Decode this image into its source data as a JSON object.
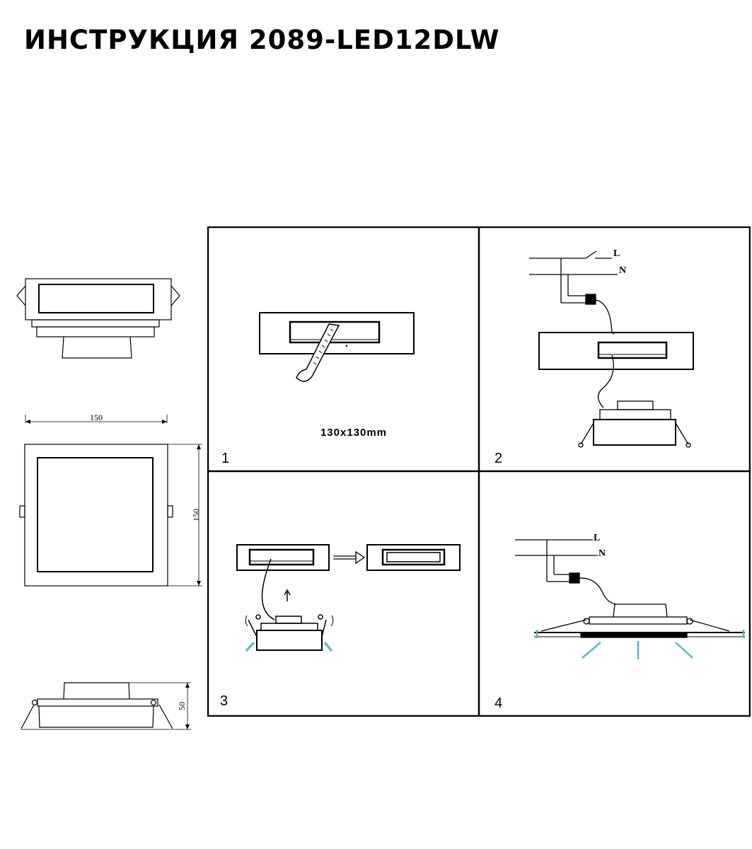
{
  "title": "ИНСТРУКЦИЯ 2089-LED12DLW",
  "dimensions": {
    "width": "150",
    "height": "150",
    "depth": "50"
  },
  "steps": [
    {
      "number": "1",
      "caption": "130x130mm"
    },
    {
      "number": "2"
    },
    {
      "number": "3"
    },
    {
      "number": "4"
    }
  ],
  "wiring": {
    "line_label": "L",
    "neutral_label": "N"
  },
  "colors": {
    "line": "#000000",
    "light_rays": "#4fb8c6"
  },
  "icons": {
    "saw": "saw-icon",
    "up_arrow": "up-arrow-icon",
    "right_arrow": "right-arrow-icon"
  }
}
